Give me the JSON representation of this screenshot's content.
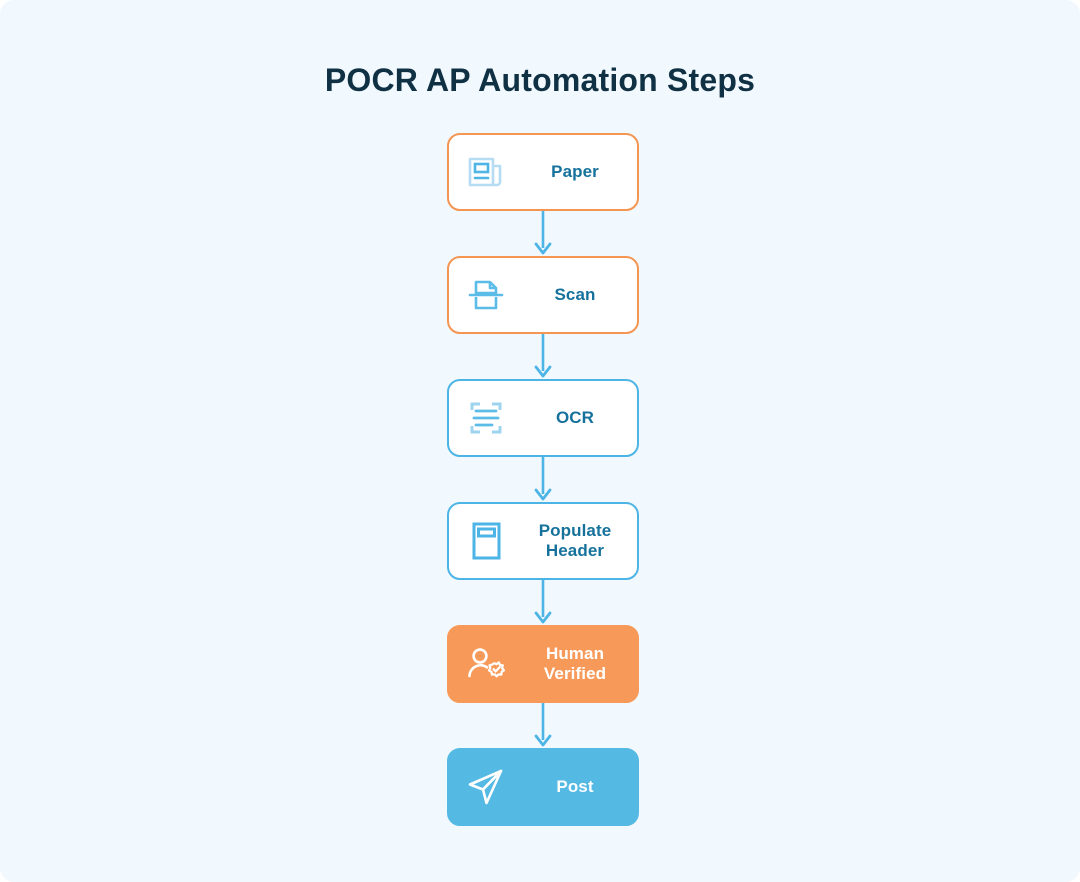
{
  "page": {
    "background_color": "#f1f8fe",
    "outer_background": "#ffffff"
  },
  "diagram": {
    "title": "POCR AP Automation Steps",
    "title_color": "#103144",
    "type": "vertical-flowchart",
    "connector": {
      "style": "arrow-down",
      "color": "#4db5e6"
    },
    "steps": [
      {
        "id": "paper",
        "label": "Paper",
        "icon": "newspaper-icon",
        "style": "outline-orange",
        "border_color": "#f59552",
        "fill_color": "#ffffff",
        "text_color": "#16729c",
        "icon_color": "#5cbce8"
      },
      {
        "id": "scan",
        "label": "Scan",
        "icon": "scanner-document-icon",
        "style": "outline-orange",
        "border_color": "#f59552",
        "fill_color": "#ffffff",
        "text_color": "#16729c",
        "icon_color": "#5cbce8"
      },
      {
        "id": "ocr",
        "label": "OCR",
        "icon": "text-recognition-icon",
        "style": "outline-blue",
        "border_color": "#4db5e6",
        "fill_color": "#ffffff",
        "text_color": "#16729c",
        "icon_color": "#7ec9ec"
      },
      {
        "id": "populate-header",
        "label": "Populate\nHeader",
        "icon": "document-header-icon",
        "style": "outline-blue",
        "border_color": "#4db5e6",
        "fill_color": "#ffffff",
        "text_color": "#16729c",
        "icon_color": "#4db5e6"
      },
      {
        "id": "human-verified",
        "label": "Human\nVerified",
        "icon": "user-verified-badge-icon",
        "style": "filled-orange",
        "border_color": "#f79a59",
        "fill_color": "#f79a59",
        "text_color": "#ffffff",
        "icon_color": "#ffffff"
      },
      {
        "id": "post",
        "label": "Post",
        "icon": "send-paper-plane-icon",
        "style": "filled-blue",
        "border_color": "#54b9e3",
        "fill_color": "#54b9e3",
        "text_color": "#ffffff",
        "icon_color": "#ffffff"
      }
    ]
  }
}
